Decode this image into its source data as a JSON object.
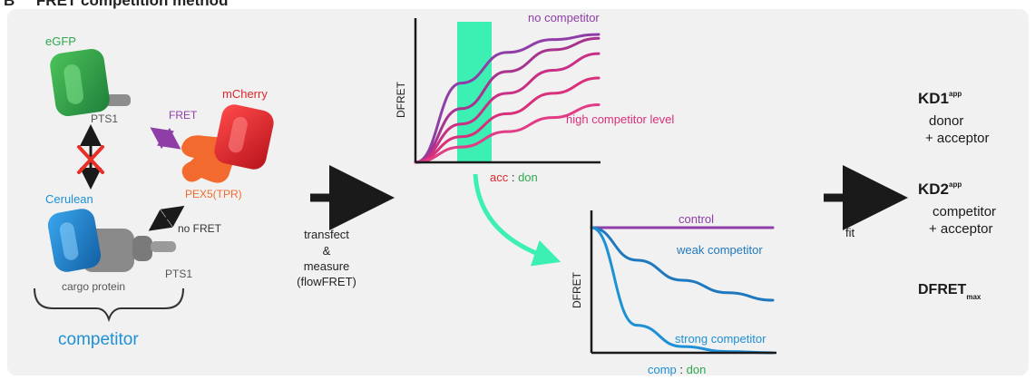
{
  "header": {
    "panel_letter": "B",
    "title": "FRET competition method"
  },
  "proteins": {
    "egfp": "eGFP",
    "pts1_top": "PTS1",
    "fret": "FRET",
    "mcherry": "mCherry",
    "pex5": "PEX5(TPR)",
    "cerulean": "Cerulean",
    "no_fret": "no FRET",
    "pts1_bottom": "PTS1",
    "cargo": "cargo protein",
    "competitor": "competitor"
  },
  "step": {
    "line1": "transfect",
    "line2": "&",
    "line3": "measure",
    "line4": "(flowFRET)",
    "fit": "fit"
  },
  "colors": {
    "egfp": "#2fa84f",
    "mcherry": "#e0262c",
    "pex5": "#f26a2e",
    "cerulean": "#1e90d6",
    "purple": "#8e3ea6",
    "magenta": "#d8307a",
    "blue": "#1f78bd",
    "highlight": "#3cf0b4",
    "gray": "#8a8a8a"
  },
  "chart_data": [
    {
      "type": "line",
      "ylabel": "DFRET",
      "xlabel_parts": [
        "acc",
        " : ",
        "don"
      ],
      "annotations": [
        "no competitor",
        "high competitor level"
      ],
      "highlight_band": "green band near low acc : don",
      "series": [
        {
          "values": [
            0,
            0.62,
            0.86,
            0.96,
            1.0
          ]
        },
        {
          "values": [
            0,
            0.42,
            0.71,
            0.88,
            0.97
          ]
        },
        {
          "values": [
            0,
            0.3,
            0.54,
            0.72,
            0.85
          ]
        },
        {
          "values": [
            0,
            0.2,
            0.38,
            0.54,
            0.66
          ]
        },
        {
          "values": [
            0,
            0.12,
            0.24,
            0.35,
            0.45
          ]
        }
      ]
    },
    {
      "type": "line",
      "ylabel": "DFRET",
      "xlabel_parts": [
        "comp",
        " : ",
        "don"
      ],
      "series": [
        {
          "name": "control",
          "values": [
            1.0,
            1.0,
            1.0,
            1.0,
            1.0
          ]
        },
        {
          "name": "weak competitor",
          "values": [
            1.0,
            0.74,
            0.58,
            0.48,
            0.42
          ]
        },
        {
          "name": "strong competitor",
          "values": [
            1.0,
            0.22,
            0.05,
            0.01,
            0.0
          ]
        }
      ]
    }
  ],
  "results": {
    "kd1": "KD1",
    "kd1_sup": "app",
    "kd1_desc1": "donor",
    "kd1_desc2": "+ acceptor",
    "kd2": "KD2",
    "kd2_sup": "app",
    "kd2_desc1": "competitor",
    "kd2_desc2": "+ acceptor",
    "dfret": "DFRET",
    "dfret_sub": "max"
  }
}
